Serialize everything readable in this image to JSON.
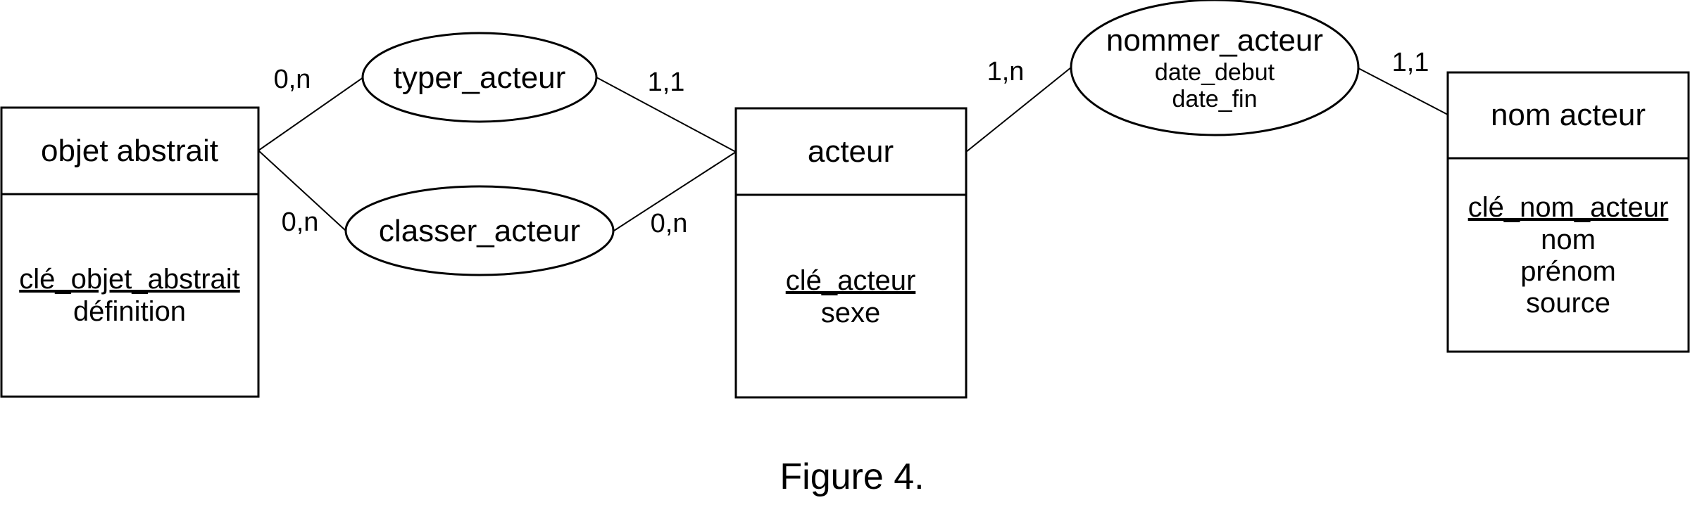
{
  "entities": {
    "objet_abstrait": {
      "title": "objet abstrait",
      "key": "clé_objet_abstrait",
      "attributes": [
        "définition"
      ]
    },
    "acteur": {
      "title": "acteur",
      "key": "clé_acteur",
      "attributes": [
        "sexe"
      ]
    },
    "nom_acteur": {
      "title": "nom acteur",
      "key": "clé_nom_acteur",
      "attributes": [
        "nom",
        "prénom",
        "source"
      ]
    }
  },
  "relations": {
    "typer_acteur": {
      "name": "typer_acteur"
    },
    "classer_acteur": {
      "name": "classer_acteur"
    },
    "nommer_acteur": {
      "name": "nommer_acteur",
      "attributes": [
        "date_debut",
        "date_fin"
      ]
    }
  },
  "cardinalities": {
    "objet_typer": "0,n",
    "typer_acteur": "1,1",
    "objet_classer": "0,n",
    "classer_acteur": "0,n",
    "acteur_nommer": "1,n",
    "nommer_nom": "1,1"
  },
  "caption": "Figure 4.",
  "colors": {
    "stroke": "#000000",
    "background": "#ffffff"
  }
}
